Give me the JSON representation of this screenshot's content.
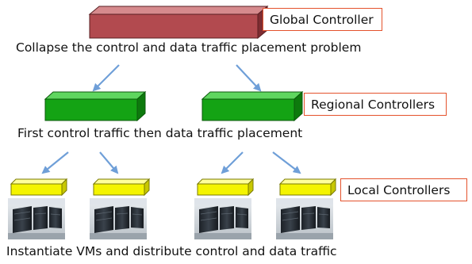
{
  "labels": {
    "global": "Global Controller",
    "regional": "Regional Controllers",
    "local": "Local Controllers"
  },
  "captions": {
    "top": "Collapse the control and data traffic placement problem",
    "middle": "First control traffic then data traffic placement",
    "bottom": "Instantiate VMs and distribute control and data traffic"
  },
  "colors": {
    "global_box": "#b24a4f",
    "regional_box": "#14a314",
    "local_box": "#f4f400",
    "arrow": "#6f9fd8",
    "label_border": "#e4522c"
  },
  "icons": {
    "datacenter": "server-rack-room-photo"
  }
}
